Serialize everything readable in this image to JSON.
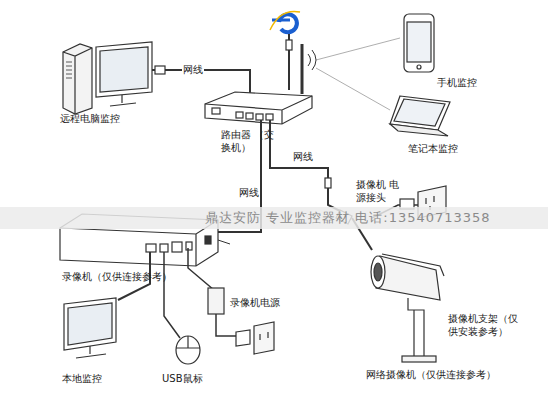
{
  "diagram": {
    "labels": [
      "远程电脑监控",
      "网线",
      "手机监控",
      "路由器 （交换机）",
      "笔记本监控",
      "网线",
      "网线",
      "摄像机 电源接头",
      "鼎达安防 专业监控器材 电话:13540713358",
      "录像机（仅供连接参考）",
      "录像机电源",
      "本地监控",
      "USB鼠标",
      "摄像机支架（仅供安装参考）",
      "网络摄像机（仅供连接参考）"
    ]
  }
}
